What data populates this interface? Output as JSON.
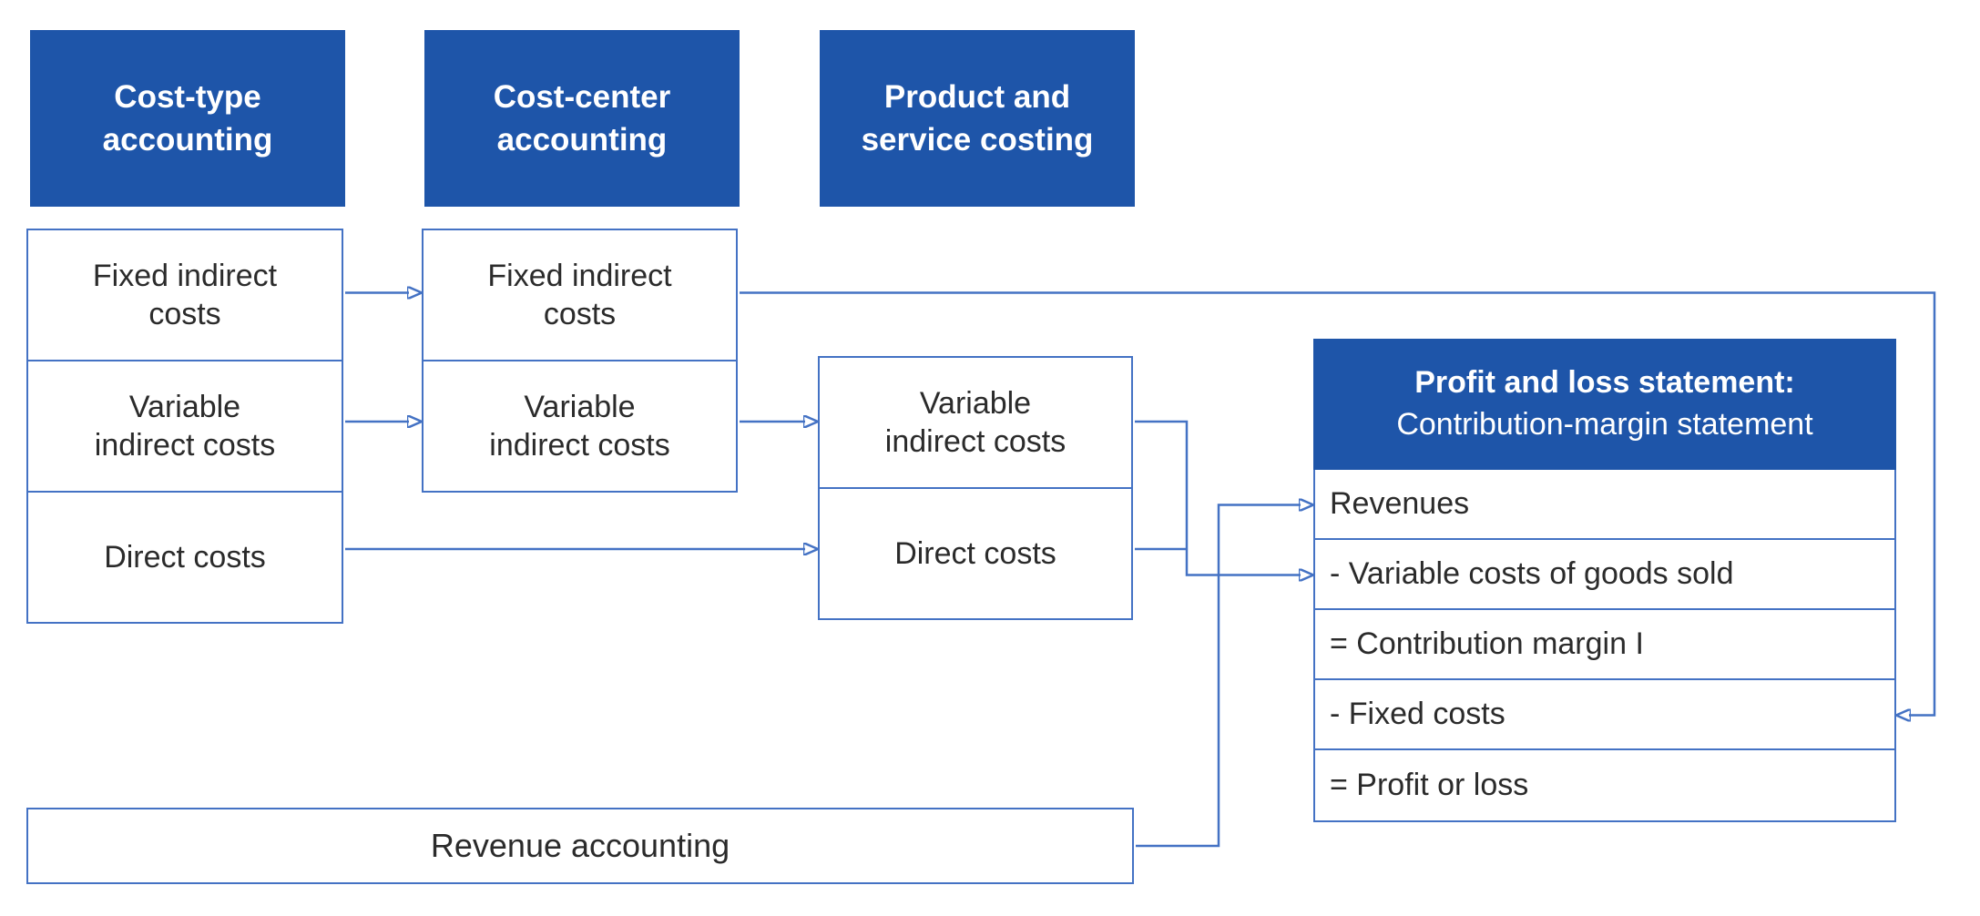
{
  "colors": {
    "header_background": "#1E55A9",
    "box_border": "#4472C4",
    "arrow": "#4472C4",
    "header_text": "#ffffff",
    "cell_text": "#2b2b2b"
  },
  "headers": {
    "cost_type": "Cost-type\naccounting",
    "cost_center": "Cost-center\naccounting",
    "product_service": "Product and\nservice costing"
  },
  "cost_type_column": {
    "cells": [
      "Fixed indirect\ncosts",
      "Variable\nindirect costs",
      "Direct costs"
    ]
  },
  "cost_center_column": {
    "cells": [
      "Fixed indirect\ncosts",
      "Variable\nindirect costs"
    ]
  },
  "product_costing_column": {
    "cells": [
      "Variable\nindirect costs",
      "Direct costs"
    ]
  },
  "pnl": {
    "title_line1": "Profit and loss statement:",
    "title_line2": "Contribution-margin statement",
    "rows": [
      "Revenues",
      "- Variable costs of goods sold",
      "= Contribution margin I",
      "- Fixed costs",
      "= Profit or loss"
    ]
  },
  "revenue_accounting": {
    "label": "Revenue accounting"
  }
}
